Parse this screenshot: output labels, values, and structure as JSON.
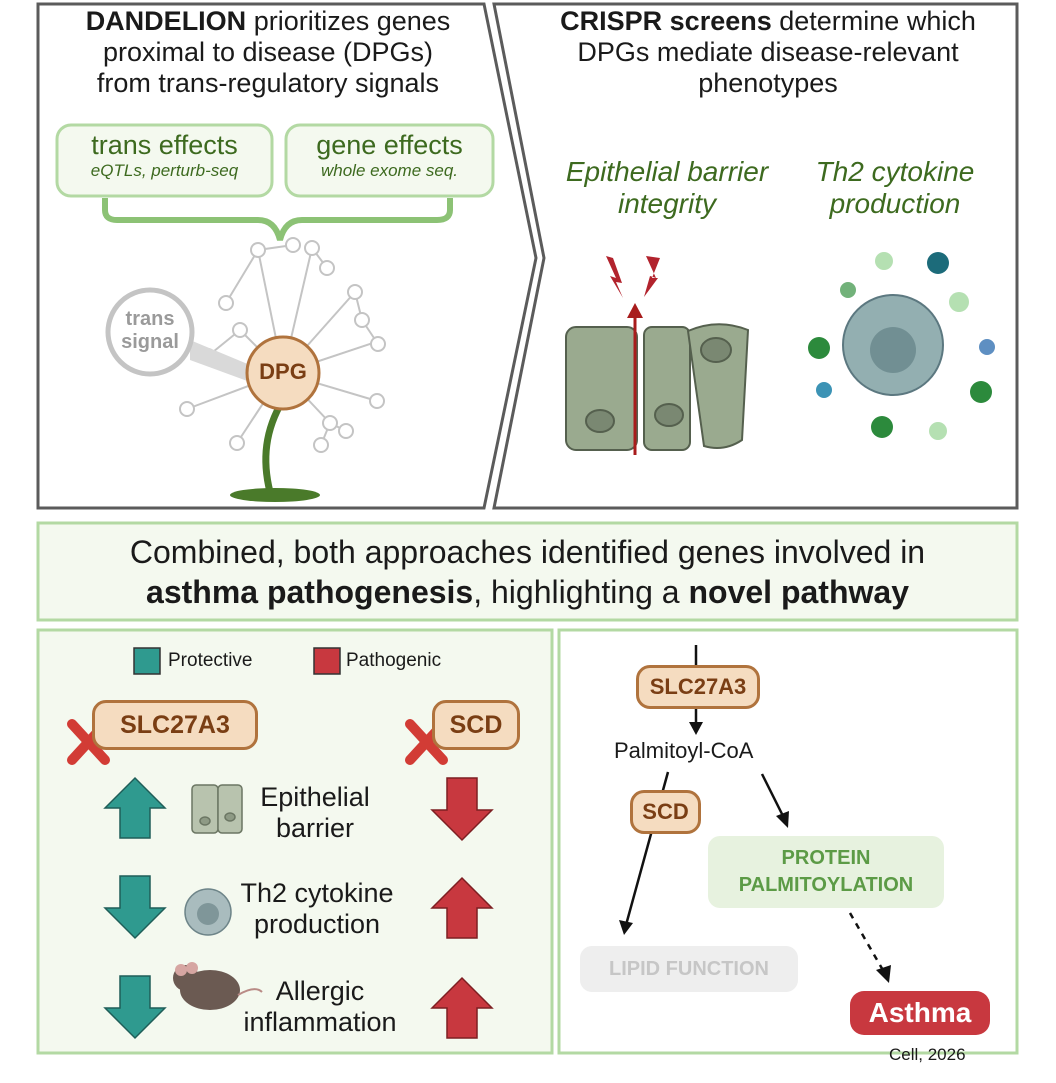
{
  "top_left": {
    "title_bold": "DANDELION",
    "title_line1_rest": " prioritizes genes",
    "title_line2": "proximal to disease (DPGs)",
    "title_line3": "from trans-regulatory signals",
    "trans_effects": {
      "title": "trans effects",
      "subtitle": "eQTLs, perturb-seq"
    },
    "gene_effects": {
      "title": "gene effects",
      "subtitle": "whole exome seq."
    },
    "trans_signal_line1": "trans",
    "trans_signal_line2": "signal",
    "dpg_label": "DPG"
  },
  "top_right": {
    "title_bold": "CRISPR screens",
    "title_line1_rest": " determine which",
    "title_line2": "DPGs mediate disease-relevant",
    "title_line3": "phenotypes",
    "phenotype1_line1": "Epithelial barrier",
    "phenotype1_line2": "integrity",
    "phenotype2_line1": "Th2 cytokine",
    "phenotype2_line2": "production"
  },
  "banner": {
    "line1": "Combined, both approaches identified genes involved in",
    "line2_bold1": "asthma pathogenesis",
    "line2_mid": ", highlighting a ",
    "line2_bold2": "novel pathway"
  },
  "bottom_left": {
    "legend": {
      "protective": "Protective",
      "pathogenic": "Pathogenic"
    },
    "gene_left": "SLC27A3",
    "gene_right": "SCD",
    "effects": [
      {
        "line1": "Epithelial",
        "line2": "barrier",
        "left": "up",
        "right": "down"
      },
      {
        "line1": "Th2 cytokine",
        "line2": "production",
        "left": "down",
        "right": "up"
      },
      {
        "line1": "Allergic",
        "line2": "inflammation",
        "left": "down",
        "right": "up"
      }
    ]
  },
  "bottom_right": {
    "gene_top": "SLC27A3",
    "metabolite": "Palmitoyl-CoA",
    "gene_scd": "SCD",
    "protein_line1": "PROTEIN",
    "protein_line2": "PALMITOYLATION",
    "lipid": "LIPID FUNCTION",
    "asthma": "Asthma"
  },
  "citation": "Cell, 2026",
  "colors": {
    "protective": "#2f9a8f",
    "pathogenic": "#c8383f",
    "panel_border": "#5b5b5b",
    "green_border": "#b3d9a3",
    "green_text": "#3d6a1f"
  }
}
